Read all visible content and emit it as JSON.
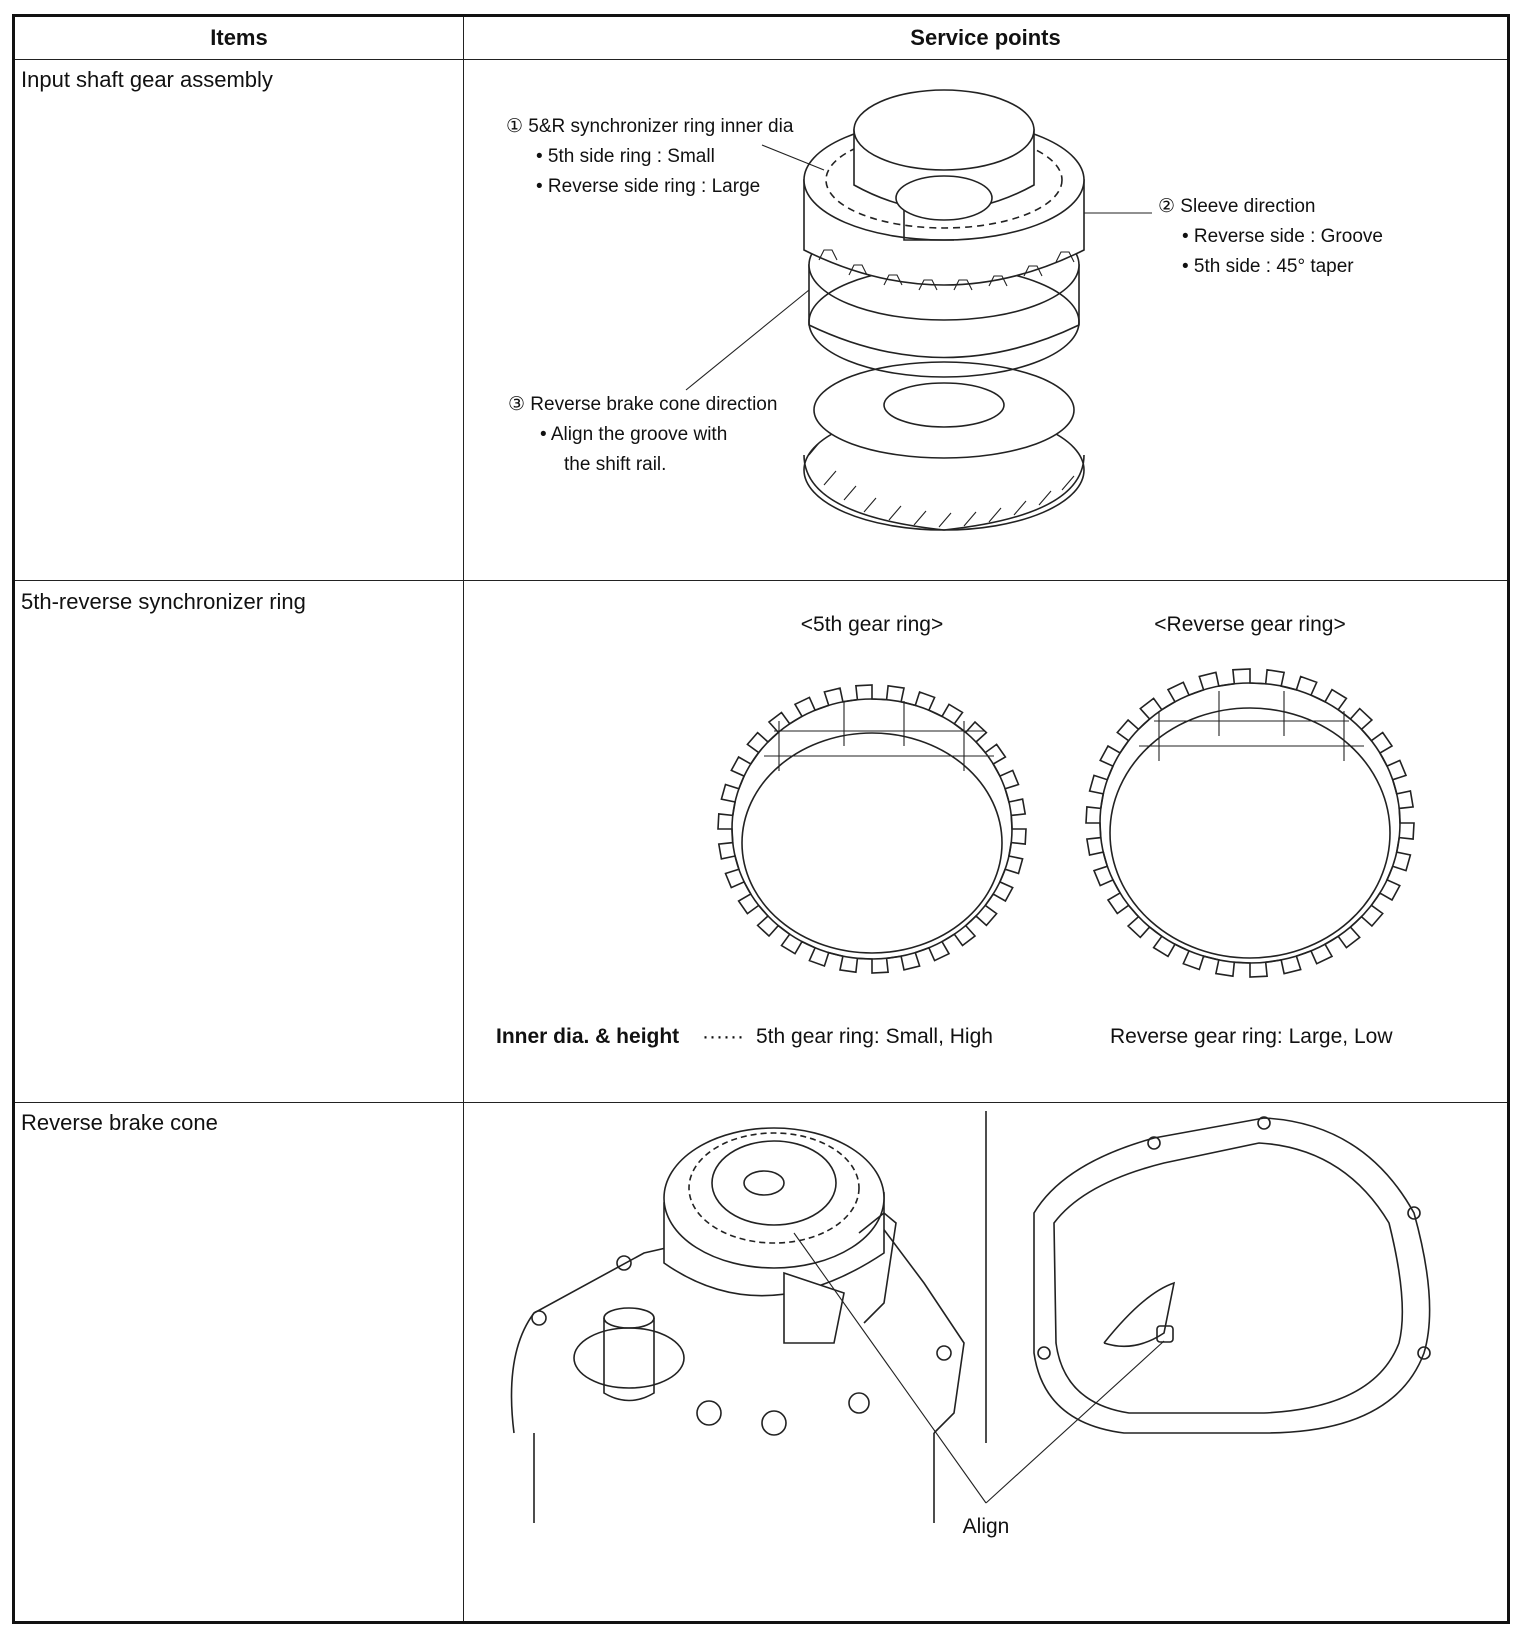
{
  "table": {
    "headers": {
      "items": "Items",
      "service_points": "Service points"
    },
    "rows": [
      {
        "item": "Input shaft gear assembly",
        "callouts": {
          "c1_title": "① 5&R synchronizer ring inner dia",
          "c1_b1": "•  5th side ring : Small",
          "c1_b2": "•  Reverse side ring : Large",
          "c2_title": "② Sleeve direction",
          "c2_b1": "•  Reverse side : Groove",
          "c2_b2": "•  5th side : 45° taper",
          "c3_title": "③ Reverse brake cone direction",
          "c3_b1": "•  Align the groove with",
          "c3_b2": "the shift rail."
        }
      },
      {
        "item": "5th-reverse synchronizer ring",
        "labels": {
          "left_ring": "<5th gear ring>",
          "right_ring": "<Reverse gear ring>",
          "note_bold": "Inner dia. & height",
          "note_dots": "······",
          "note_5th": "5th gear ring: Small, High",
          "note_rev": "Reverse gear ring: Large, Low"
        }
      },
      {
        "item": "Reverse brake cone",
        "labels": {
          "align": "Align"
        }
      }
    ]
  }
}
